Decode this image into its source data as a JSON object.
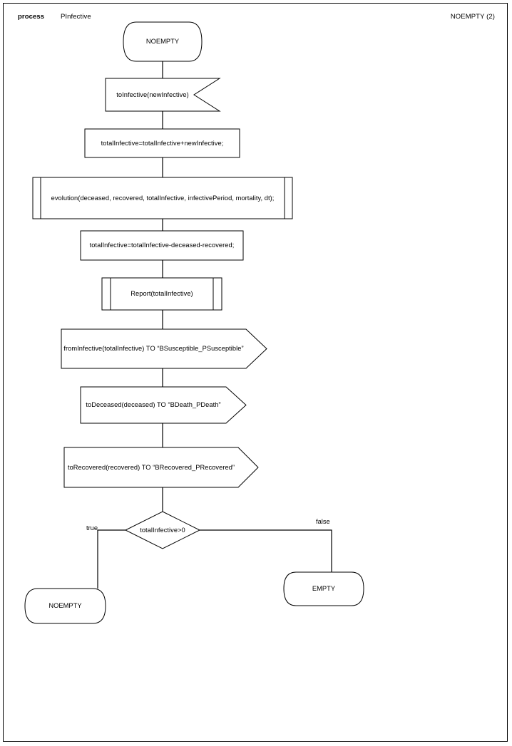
{
  "header": {
    "kind_label": "process",
    "process_name": "PInfective",
    "state_label": "NOEMPTY (2)"
  },
  "flowchart": {
    "title": "PInfective process flowchart",
    "colors": {
      "stroke": "#000000",
      "fill": "#ffffff",
      "text": "#000000"
    },
    "nodes": [
      {
        "id": "start",
        "type": "terminal",
        "label": "NOEMPTY"
      },
      {
        "id": "recv",
        "type": "signal-receive",
        "label": "toInfective(newInfective)"
      },
      {
        "id": "assign1",
        "type": "process",
        "label": "totalInfective=totalInfective+newInfective;"
      },
      {
        "id": "evolution",
        "type": "predefined-process",
        "label": "evolution(deceased, recovered, totalInfective, infectivePeriod, mortality, dt);"
      },
      {
        "id": "assign2",
        "type": "process",
        "label": "totalInfective=totalInfective-deceased-recovered;"
      },
      {
        "id": "report",
        "type": "predefined-process",
        "label": "Report(totalInfective)"
      },
      {
        "id": "send1",
        "type": "signal-send",
        "label": "fromInfective(totalInfective) TO “BSusceptible_PSusceptible”"
      },
      {
        "id": "send2",
        "type": "signal-send",
        "label": "toDeceased(deceased) TO “BDeath_PDeath”"
      },
      {
        "id": "send3",
        "type": "signal-send",
        "label": "toRecovered(recovered) TO “BRecovered_PRecovered”"
      },
      {
        "id": "decision",
        "type": "decision",
        "label": "totalInfective>0"
      },
      {
        "id": "end-noempty",
        "type": "terminal",
        "label": "NOEMPTY"
      },
      {
        "id": "end-empty",
        "type": "terminal",
        "label": "EMPTY"
      }
    ],
    "edges": [
      {
        "from": "start",
        "to": "recv",
        "label": ""
      },
      {
        "from": "recv",
        "to": "assign1",
        "label": ""
      },
      {
        "from": "assign1",
        "to": "evolution",
        "label": ""
      },
      {
        "from": "evolution",
        "to": "assign2",
        "label": ""
      },
      {
        "from": "assign2",
        "to": "report",
        "label": ""
      },
      {
        "from": "report",
        "to": "send1",
        "label": ""
      },
      {
        "from": "send1",
        "to": "send2",
        "label": ""
      },
      {
        "from": "send2",
        "to": "send3",
        "label": ""
      },
      {
        "from": "send3",
        "to": "decision",
        "label": ""
      },
      {
        "from": "decision",
        "to": "end-noempty",
        "label": "true"
      },
      {
        "from": "decision",
        "to": "end-empty",
        "label": "false"
      }
    ],
    "branch_labels": {
      "true": "true",
      "false": "false"
    }
  }
}
